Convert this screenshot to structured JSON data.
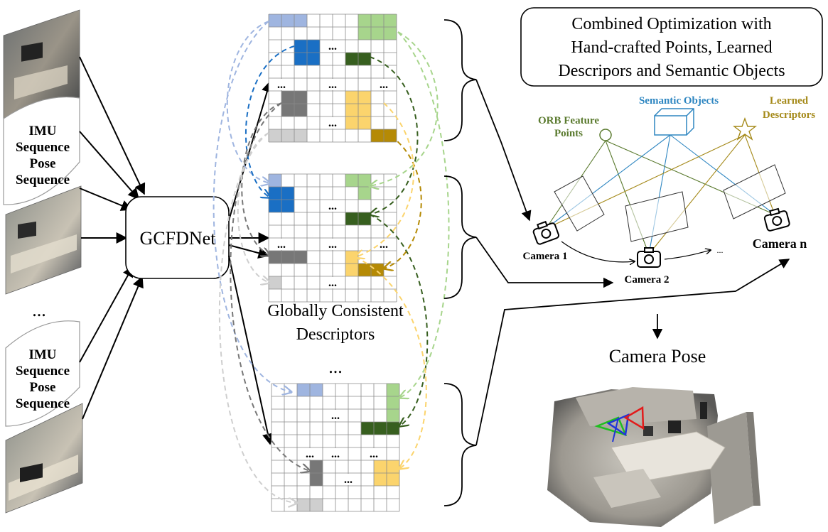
{
  "left": {
    "imu_card": [
      "IMU",
      "Sequence",
      "Pose",
      "Sequence"
    ],
    "ellipsis": "..."
  },
  "network": {
    "label": "GCFDNet"
  },
  "grids": {
    "label_line1": "Globally Consistent",
    "label_line2": "Descriptors",
    "ellipsis": "...",
    "cell_ellipsis": "..."
  },
  "optimization": {
    "title_lines": [
      "Combined Optimization with",
      "Hand-crafted Points, Learned",
      "Descripors and Semantic Objects"
    ],
    "semantic_objects": "Semantic Objects",
    "orb_points": [
      "ORB Feature",
      "Points"
    ],
    "learned_descriptors": [
      "Learned",
      "Descriptors"
    ],
    "camera_1": "Camera 1",
    "camera_2": "Camera 2",
    "camera_n": "Camera n",
    "ellipsis": "..."
  },
  "output": {
    "label": "Camera Pose"
  },
  "colors": {
    "light_blue": "#9fb5e0",
    "blue": "#1a6fc4",
    "light_green": "#a7d58c",
    "dark_green": "#375f1f",
    "dark_gray": "#777777",
    "light_gray": "#cfcfcf",
    "yellow": "#fbd46d",
    "dark_gold": "#b58a05",
    "orb_green": "#5a7a2e",
    "semantic_blue": "#2e86c1",
    "learned_gold": "#a58a1a"
  }
}
